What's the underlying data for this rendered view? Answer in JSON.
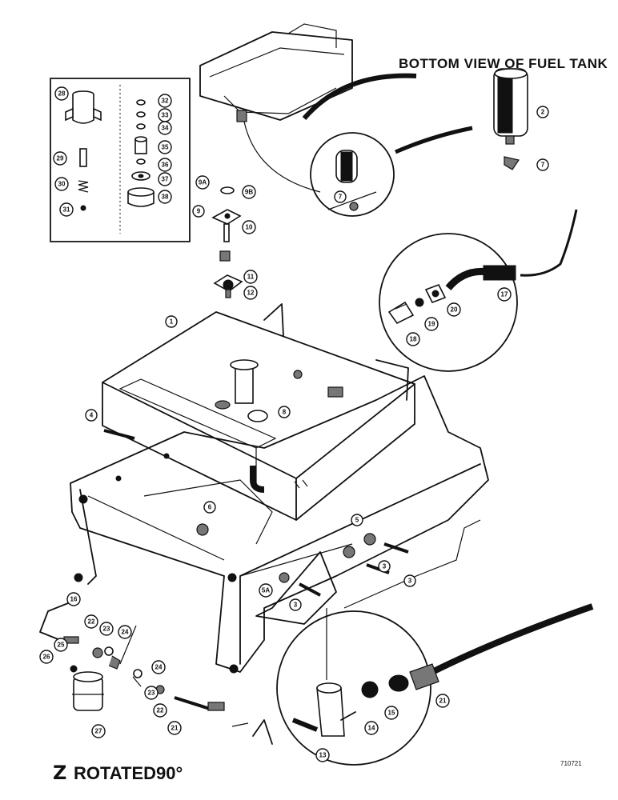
{
  "heading": "BOTTOM VIEW OF FUEL TANK",
  "rotation_label": "ROTATED90°",
  "rotation_symbol": "Z",
  "figure_number": "710721",
  "callouts": [
    "1",
    "2",
    "3",
    "3",
    "3",
    "4",
    "5",
    "5A",
    "6",
    "7",
    "7",
    "8",
    "9",
    "9A",
    "9B",
    "10",
    "11",
    "12",
    "13",
    "14",
    "15",
    "16",
    "17",
    "18",
    "19",
    "20",
    "21",
    "21",
    "22",
    "22",
    "23",
    "23",
    "24",
    "24",
    "25",
    "26",
    "27",
    "28",
    "29",
    "30",
    "31",
    "32",
    "33",
    "34",
    "35",
    "36",
    "37",
    "38"
  ]
}
